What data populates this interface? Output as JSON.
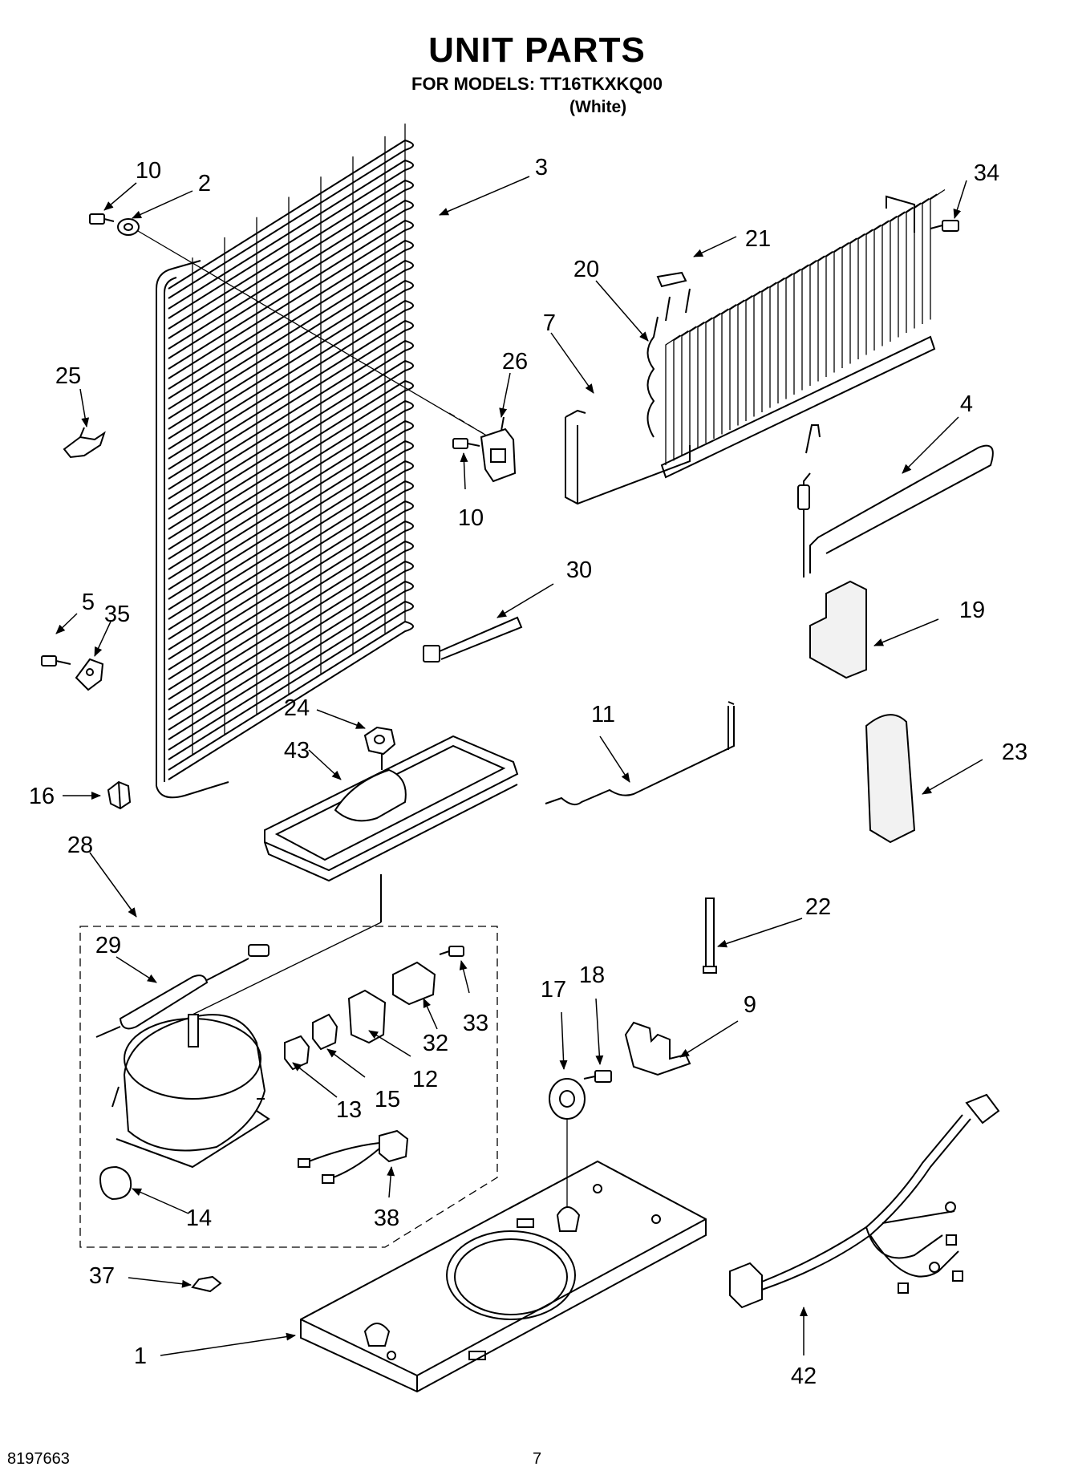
{
  "header": {
    "title": "UNIT PARTS",
    "subtitle": "FOR MODELS: TT16TKXKQ00",
    "variant": "(White)"
  },
  "footer": {
    "doc_number": "8197663",
    "page_number": "7"
  },
  "callouts": {
    "c1": "1",
    "c2": "2",
    "c3": "3",
    "c4": "4",
    "c5": "5",
    "c7": "7",
    "c9": "9",
    "c10a": "10",
    "c10b": "10",
    "c11": "11",
    "c12": "12",
    "c13": "13",
    "c14": "14",
    "c15": "15",
    "c16": "16",
    "c17": "17",
    "c18": "18",
    "c19": "19",
    "c20": "20",
    "c21": "21",
    "c22": "22",
    "c23": "23",
    "c24": "24",
    "c25": "25",
    "c26": "26",
    "c28": "28",
    "c29": "29",
    "c30": "30",
    "c32": "32",
    "c33": "33",
    "c34": "34",
    "c35": "35",
    "c37": "37",
    "c38": "38",
    "c42": "42",
    "c43": "43"
  }
}
